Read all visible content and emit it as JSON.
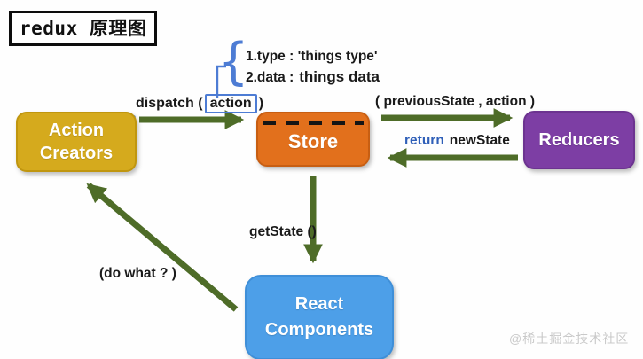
{
  "title": "redux 原理图",
  "annotation": {
    "brace": "{",
    "type_line": "1.type : 'things type'",
    "data_line_key": "2.data :",
    "data_line_value": "things data"
  },
  "labels": {
    "dispatch_prefix": "dispatch (",
    "dispatch_action": "action",
    "dispatch_suffix": ")",
    "previous_state": "( previousState , action )",
    "return_keyword": "return",
    "return_value": "newState",
    "get_state": "getState ()",
    "do_what": "(do what ? )"
  },
  "nodes": {
    "action_creators": {
      "line1": "Action",
      "line2": "Creators",
      "color": "#d5aa1d"
    },
    "store": {
      "label": "Store",
      "color": "#e2701c"
    },
    "reducers": {
      "label": "Reducers",
      "color": "#7d3ea4"
    },
    "react_components": {
      "line1": "React",
      "line2": "Components",
      "color": "#4d9fe8"
    }
  },
  "watermark": "@稀土掘金技术社区",
  "colors": {
    "arrow_green": "#4e6c28",
    "annotation_blue": "#4d7cd4"
  }
}
